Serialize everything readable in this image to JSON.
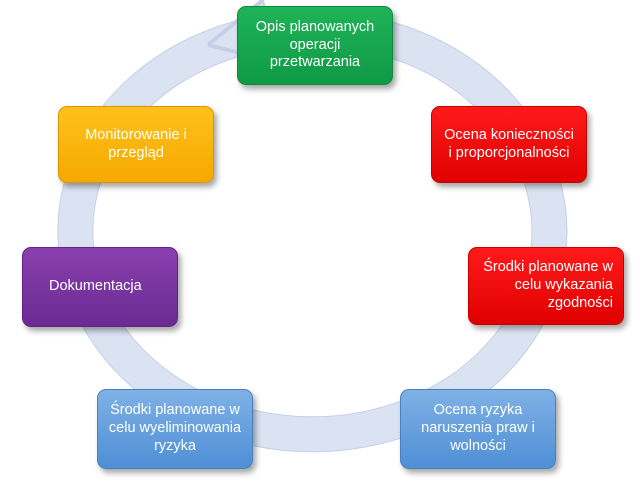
{
  "diagram": {
    "type": "cycle",
    "ring_color": "#dbe3f2",
    "ring_edge_color": "#c5d0e6",
    "nodes": [
      {
        "id": "description",
        "label": "Opis planowanych operacji przetwarzania",
        "color": "#13a84e"
      },
      {
        "id": "necessity",
        "label": "Ocena konieczności i proporcjonalności",
        "color": "#f50000"
      },
      {
        "id": "compliance",
        "label": "Środki planowane w celu wykazania zgodności",
        "color": "#f50000"
      },
      {
        "id": "risk_assessment",
        "label": "Ocena ryzyka naruszenia praw i wolności",
        "color": "#5b9bd5"
      },
      {
        "id": "risk_mitigation",
        "label": "Środki planowane w celu wyeliminowania ryzyka",
        "color": "#5b9bd5"
      },
      {
        "id": "documentation",
        "label": "Dokumentacja",
        "color": "#7030a0"
      },
      {
        "id": "monitoring",
        "label": "Monitorowanie i przegląd",
        "color": "#ffb800"
      }
    ]
  }
}
